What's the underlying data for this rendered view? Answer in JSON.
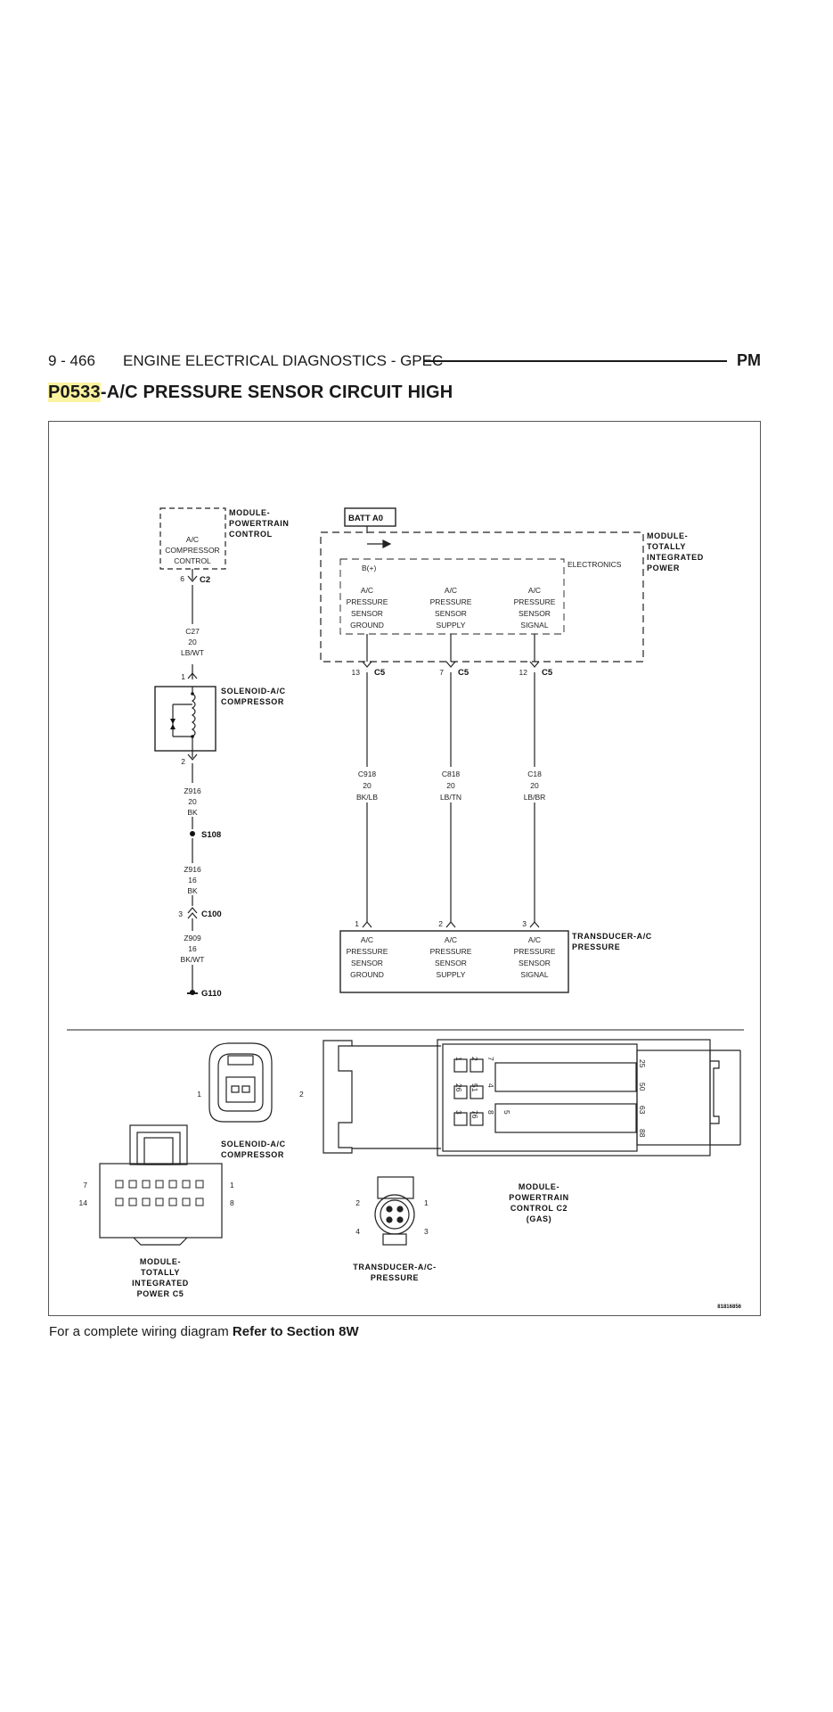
{
  "header": {
    "page_number": "9 - 466",
    "section_title": "ENGINE ELECTRICAL DIAGNOSTICS - GPEC",
    "right_label": "PM"
  },
  "dtc": {
    "code": "P0533",
    "title": "-A/C PRESSURE SENSOR CIRCUIT HIGH"
  },
  "diagram": {
    "pcm": {
      "label": [
        "MODULE-",
        "POWERTRAIN",
        "CONTROL"
      ],
      "inner": [
        "A/C",
        "COMPRESSOR",
        "CONTROL"
      ],
      "pin": "6",
      "connector": "C2"
    },
    "wire_c27": [
      "C27",
      "20",
      "LB/WT"
    ],
    "solenoid": {
      "label": [
        "SOLENOID-A/C",
        "COMPRESSOR"
      ],
      "pin_top": "1",
      "pin_bottom": "2"
    },
    "wire_z916a": [
      "Z916",
      "20",
      "BK"
    ],
    "splice": "S108",
    "wire_z916b": [
      "Z916",
      "16",
      "BK"
    ],
    "c100": {
      "pin": "3",
      "connector": "C100"
    },
    "wire_z909": [
      "Z909",
      "16",
      "BK/WT"
    ],
    "ground": "G110",
    "batt": "BATT A0",
    "tipm": {
      "label": [
        "MODULE-",
        "TOTALLY",
        "INTEGRATED",
        "POWER"
      ],
      "electronics": "ELECTRONICS",
      "bplus": "B(+)",
      "circuits": [
        {
          "lines": [
            "A/C",
            "PRESSURE",
            "SENSOR",
            "GROUND"
          ],
          "pin": "13",
          "connector": "C5",
          "wire": [
            "C918",
            "20",
            "BK/LB"
          ],
          "tpin": "1"
        },
        {
          "lines": [
            "A/C",
            "PRESSURE",
            "SENSOR",
            "SUPPLY"
          ],
          "pin": "7",
          "connector": "C5",
          "wire": [
            "C818",
            "20",
            "LB/TN"
          ],
          "tpin": "2"
        },
        {
          "lines": [
            "A/C",
            "PRESSURE",
            "SENSOR",
            "SIGNAL"
          ],
          "pin": "12",
          "connector": "C5",
          "wire": [
            "C18",
            "20",
            "LB/BR"
          ],
          "tpin": "3"
        }
      ]
    },
    "transducer": {
      "label": [
        "TRANSDUCER-A/C",
        "PRESSURE"
      ]
    },
    "connectors": {
      "solenoid_view": {
        "label": [
          "SOLENOID-A/C",
          "COMPRESSOR"
        ],
        "pin_left": "1",
        "pin_right": "2"
      },
      "tipm_view": {
        "label": [
          "MODULE-",
          "TOTALLY",
          "INTEGRATED",
          "POWER C5"
        ],
        "pin_tl": "7",
        "pin_bl": "14",
        "pin_tr": "1",
        "pin_br": "8"
      },
      "transducer_view": {
        "label": [
          "TRANSDUCER-A/C-",
          "PRESSURE"
        ],
        "pins": [
          "2",
          "1",
          "4",
          "3"
        ]
      },
      "pcm_view": {
        "label": [
          "MODULE-",
          "POWERTRAIN",
          "CONTROL C2",
          "(GAS)"
        ],
        "pins_top": [
          "1",
          "2",
          "7"
        ],
        "pins_mid": [
          "26",
          "51",
          "4"
        ],
        "pins_bot": [
          "3",
          "76",
          "8",
          "5"
        ],
        "pins_right": [
          "25",
          "50",
          "63",
          "88"
        ]
      }
    },
    "figure_id": "81816856"
  },
  "footer": {
    "text": "For a complete wiring diagram ",
    "ref": "Refer to Section 8W"
  }
}
